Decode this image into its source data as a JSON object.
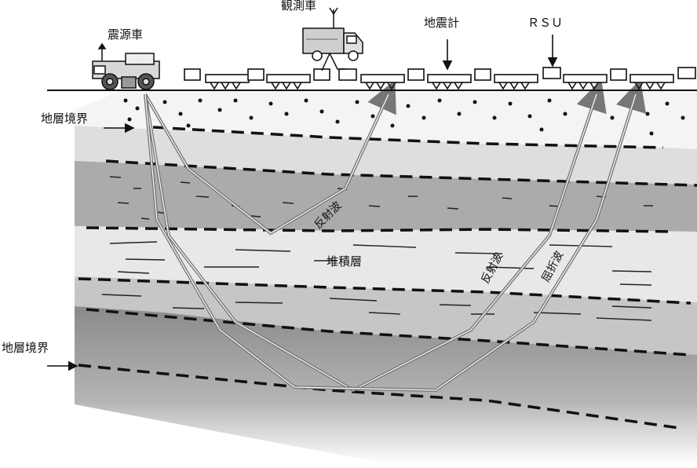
{
  "labels": {
    "source_vehicle": "震源車",
    "observation_vehicle": "観測車",
    "seismometer": "地震計",
    "rsu": "ＲＳＵ",
    "boundary_upper": "地層境界",
    "boundary_lower": "地層境界",
    "reflected_wave_shallow": "反射波",
    "reflected_wave_deep": "反射波",
    "refracted_wave": "屈折波",
    "sediment_layer": "堆積層"
  },
  "colors": {
    "layer_soil": "#f2f2f2",
    "layer_light": "#dcdcdc",
    "layer_mid": "#a9a9a9",
    "layer_pale": "#e6e6e6",
    "layer_gray": "#c4c4c4",
    "layer_dark": "#8c8c8c",
    "wave_path": "#777777",
    "boundary_line": "#111111"
  }
}
